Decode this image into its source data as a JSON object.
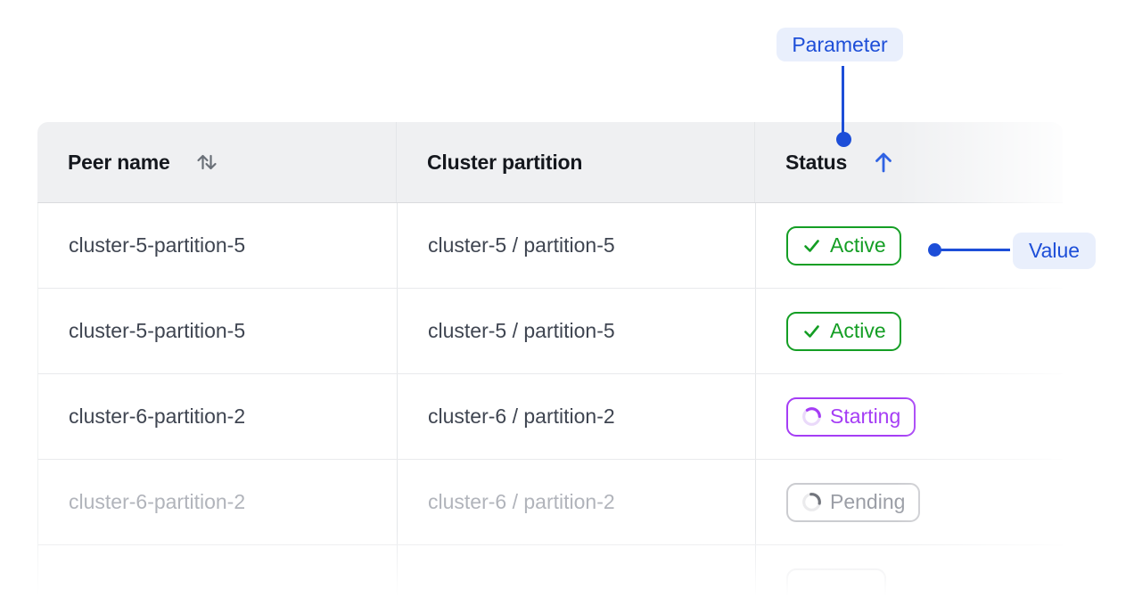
{
  "annotations": {
    "parameter_label": "Parameter",
    "value_label": "Value"
  },
  "colors": {
    "accent_blue": "#1d4ed8",
    "sort_arrow_blue": "#2f62e3",
    "annotation_pill_bg": "#e9effc",
    "active_green": "#149e24",
    "starting_purple": "#a53df5",
    "pending_gray": "#9b9ea6",
    "header_bg": "#eff0f2"
  },
  "table": {
    "columns": [
      {
        "label": "Peer name",
        "sort_icon": "sort-both-icon",
        "sort_state": "sortable"
      },
      {
        "label": "Cluster partition",
        "sort_icon": "",
        "sort_state": "none"
      },
      {
        "label": "Status",
        "sort_icon": "arrow-up-icon",
        "sort_state": "ascending"
      }
    ],
    "rows": [
      {
        "peer_name": "cluster-5-partition-5",
        "cluster_partition": "cluster-5 / partition-5",
        "status": {
          "label": "Active",
          "kind": "active",
          "icon": "check-icon"
        },
        "dimmed": false
      },
      {
        "peer_name": "cluster-5-partition-5",
        "cluster_partition": "cluster-5 / partition-5",
        "status": {
          "label": "Active",
          "kind": "active",
          "icon": "check-icon"
        },
        "dimmed": false
      },
      {
        "peer_name": "cluster-6-partition-2",
        "cluster_partition": "cluster-6 / partition-2",
        "status": {
          "label": "Starting",
          "kind": "starting",
          "icon": "spinner-icon"
        },
        "dimmed": false
      },
      {
        "peer_name": "cluster-6-partition-2",
        "cluster_partition": "cluster-6 / partition-2",
        "status": {
          "label": "Pending",
          "kind": "pending",
          "icon": "spinner-icon"
        },
        "dimmed": true
      },
      {
        "peer_name": "",
        "cluster_partition": "",
        "status": {
          "label": "",
          "kind": "ghost",
          "icon": ""
        },
        "dimmed": true
      }
    ]
  }
}
